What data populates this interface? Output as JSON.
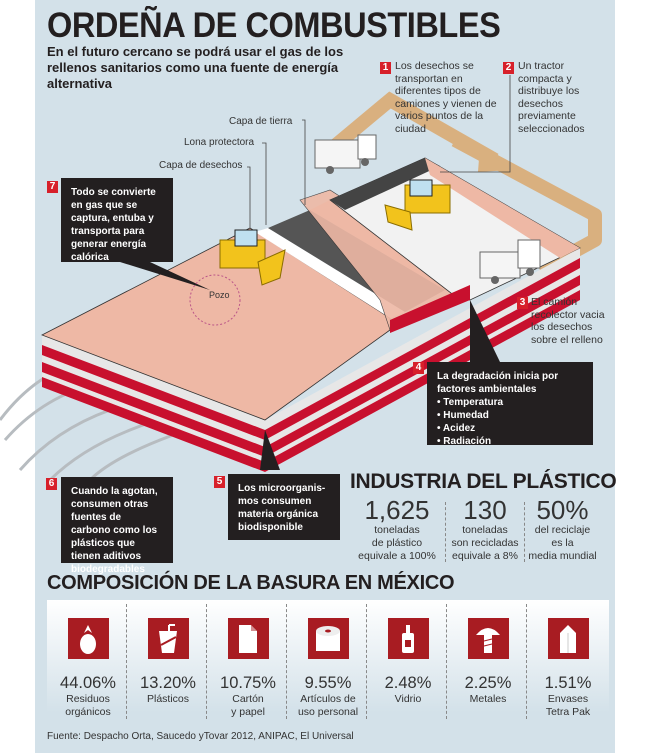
{
  "title": "ORDEÑA DE COMBUSTIBLES",
  "subtitle": "En el futuro cercano se podrá usar el gas de los rellenos sanitarios como una fuente de energía alternativa",
  "layer_labels": {
    "tierra": "Capa de tierra",
    "lona": "Lona protectora",
    "desechos": "Capa de desechos",
    "pozo": "Pozo"
  },
  "steps": [
    {
      "n": "1",
      "text": "Los desechos se transportan en diferentes tipos de camiones y vienen de varios puntos de la ciudad"
    },
    {
      "n": "2",
      "text": "Un tractor compacta y distribuye los desechos previamente seleccionados"
    },
    {
      "n": "3",
      "text": "El camión recolector vacia los desechos sobre el relleno"
    },
    {
      "n": "4",
      "text": "La degradación  inicia por factores ambientales",
      "bullets": [
        "Temperatura",
        "Humedad",
        "Acidez",
        "Radiación"
      ]
    },
    {
      "n": "5",
      "text": "Los microorganis-mos consumen materia orgánica biodisponible"
    },
    {
      "n": "6",
      "text": "Cuando la agotan, consumen otras fuentes de carbono como los plásticos que tienen aditivos biodegradables"
    },
    {
      "n": "7",
      "text": "Todo se convierte en gas que se captura, entuba y transporta para generar energía calórica"
    }
  ],
  "plastic": {
    "title": "INDUSTRIA DEL PLÁSTICO",
    "stats": [
      {
        "value": "1,625",
        "lines": [
          "toneladas",
          "de plástico",
          "equivale a 100%"
        ]
      },
      {
        "value": "130",
        "lines": [
          "toneladas",
          "son recicladas",
          "equivale a 8%"
        ]
      },
      {
        "value": "50%",
        "lines": [
          "del reciclaje",
          "es la",
          "media mundial"
        ]
      }
    ]
  },
  "composition": {
    "title": "COMPOSICIÓN DE LA BASURA EN MÉXICO",
    "items": [
      {
        "pct": "44.06%",
        "lines": [
          "Residuos",
          "orgánicos"
        ],
        "icon": "pineapple-icon"
      },
      {
        "pct": "13.20%",
        "lines": [
          "Plásticos"
        ],
        "icon": "cup-icon"
      },
      {
        "pct": "10.75%",
        "lines": [
          "Cartón",
          "y papel"
        ],
        "icon": "paper-icon"
      },
      {
        "pct": "9.55%",
        "lines": [
          "Artículos de",
          "uso personal"
        ],
        "icon": "toilet-paper-icon"
      },
      {
        "pct": "2.48%",
        "lines": [
          "Vidrio"
        ],
        "icon": "bottle-icon"
      },
      {
        "pct": "2.25%",
        "lines": [
          "Metales"
        ],
        "icon": "screw-icon"
      },
      {
        "pct": "1.51%",
        "lines": [
          "Envases",
          "Tetra Pak"
        ],
        "icon": "carton-icon"
      }
    ]
  },
  "source": "Fuente: Despacho Orta, Saucedo yTovar 2012, ANIPAC, El Universal",
  "colors": {
    "panel": "#d3e1e9",
    "accent": "#d7202a",
    "soil": "#eeb8a5",
    "box": "#231f20"
  }
}
